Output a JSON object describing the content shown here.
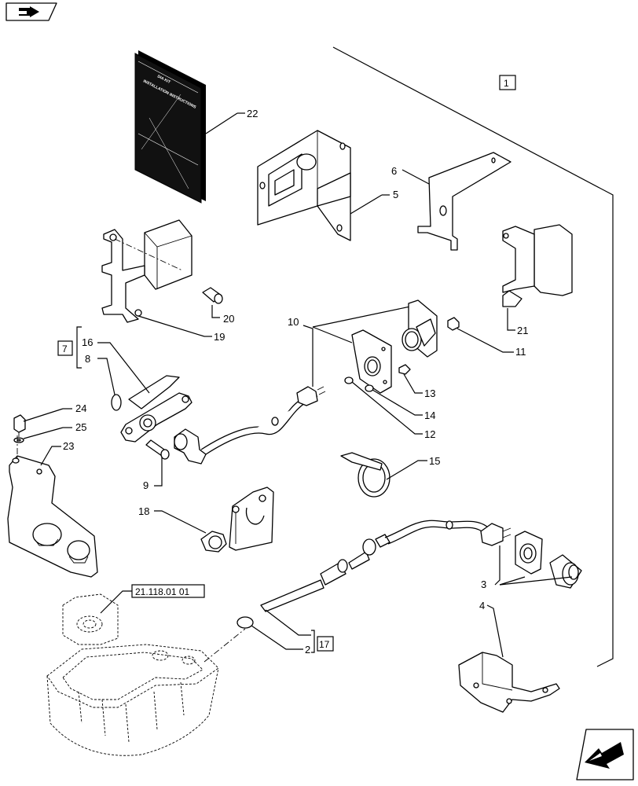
{
  "callouts": {
    "c1": "1",
    "c2": "2",
    "c3": "3",
    "c4": "4",
    "c5": "5",
    "c6": "6",
    "c7": "7",
    "c8": "8",
    "c9": "9",
    "c10": "10",
    "c11": "11",
    "c12": "12",
    "c13": "13",
    "c14": "14",
    "c15": "15",
    "c16": "16",
    "c17": "17",
    "c18": "18",
    "c19": "19",
    "c20": "20",
    "c21": "21",
    "c22": "22",
    "c23": "23",
    "c24": "24",
    "c25": "25"
  },
  "reference": "21.118.01 01",
  "booklet": {
    "line1": "DIA KIT",
    "line2": "INSTALLATION INSTRUCTIONS"
  },
  "icons": {
    "top_left": "back-arrow-icon",
    "bottom_right": "next-arrow-icon"
  }
}
